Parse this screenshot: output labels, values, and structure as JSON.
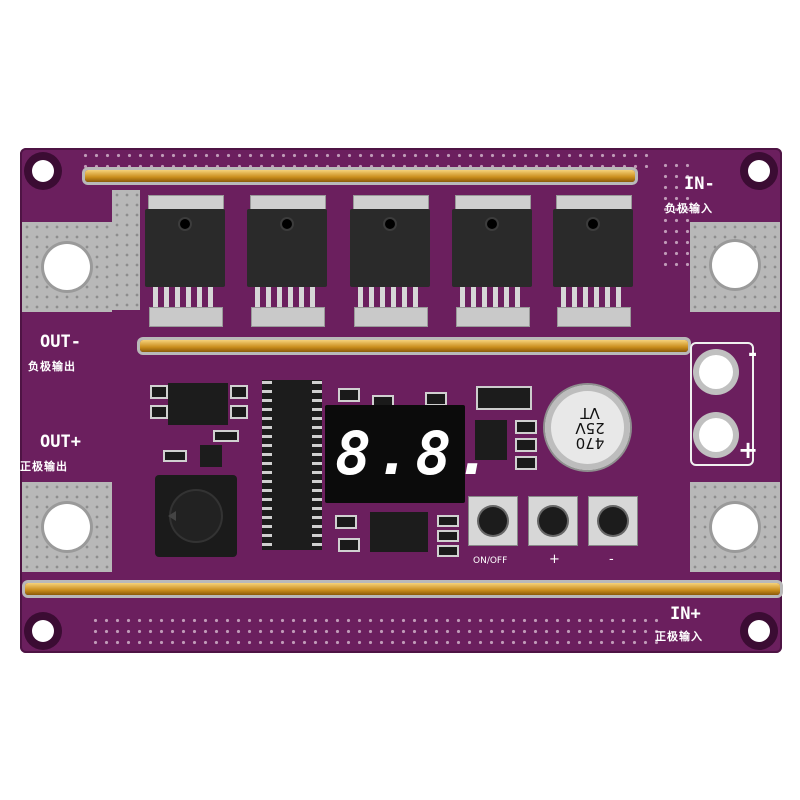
{
  "labels": {
    "in_minus": "IN-",
    "in_minus_cn": "负极输入",
    "in_plus": "IN+",
    "in_plus_cn": "正极输入",
    "out_minus": "OUT-",
    "out_minus_cn": "负极输出",
    "out_plus": "OUT+",
    "out_plus_cn": "正极输出",
    "on_off": "ON/OFF",
    "btn_plus": "+",
    "btn_minus": "-",
    "pole_minus": "-",
    "pole_plus": "+"
  },
  "display": {
    "digits": "8.8."
  },
  "capacitor": {
    "line1": "470",
    "line2": "25V",
    "line3": "VT"
  },
  "colors": {
    "pcb": "#6b1f5e",
    "bar": "#d9a536",
    "pad": "#b8b8b8"
  }
}
